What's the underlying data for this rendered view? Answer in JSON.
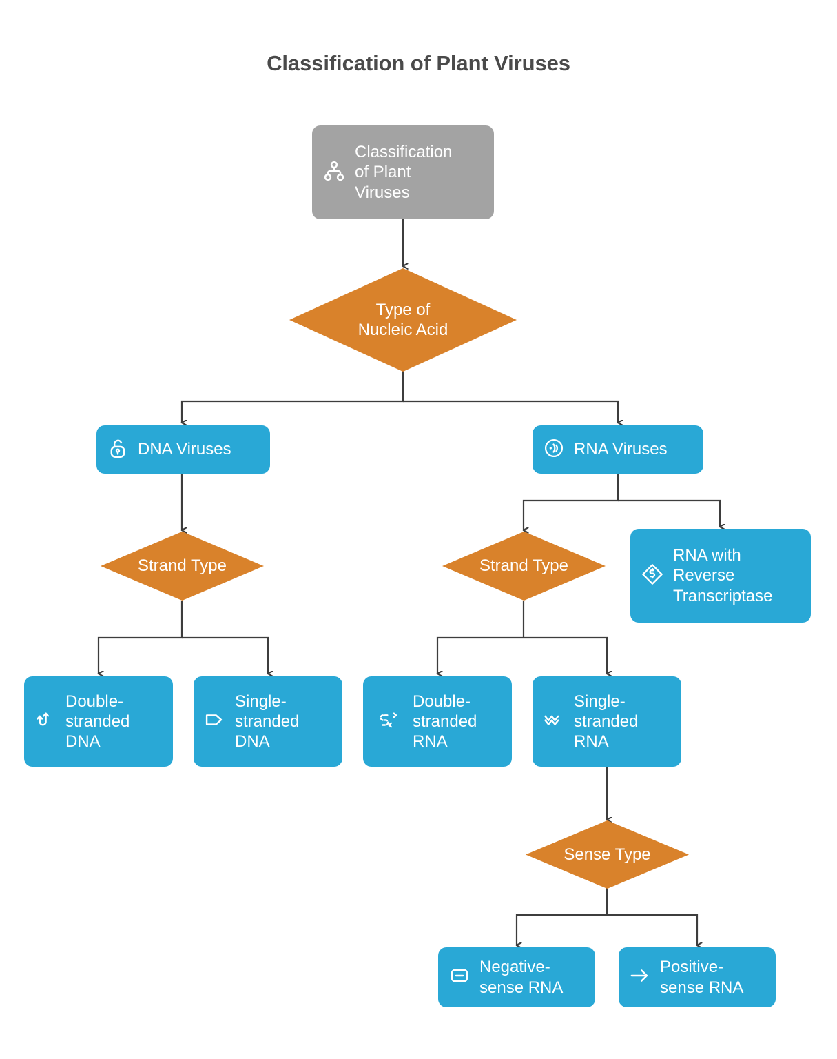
{
  "title": "Classification of Plant Viruses",
  "theme": {
    "background": "#ffffff",
    "title_color": "#4a4a4a",
    "root_fill": "#a3a3a3",
    "process_fill": "#29a8d6",
    "decision_fill": "#d9822b",
    "edge_color": "#3d3d3d",
    "node_text": "#ffffff"
  },
  "chart_data": {
    "type": "diagram",
    "diagram_type": "flowchart",
    "orientation": "top-down",
    "title": "Classification of Plant Viruses",
    "nodes": [
      {
        "id": "root",
        "label": "Classification\nof Plant\nViruses",
        "shape": "rounded-rect",
        "fill": "#a3a3a3",
        "icon": "hierarchy-icon"
      },
      {
        "id": "nucleic",
        "label": "Type of\nNucleic Acid",
        "shape": "diamond",
        "fill": "#d9822b",
        "icon": null
      },
      {
        "id": "dna",
        "label": "DNA Viruses",
        "shape": "rounded-rect",
        "fill": "#29a8d6",
        "icon": "unlock-icon"
      },
      {
        "id": "rna",
        "label": "RNA Viruses",
        "shape": "rounded-rect",
        "fill": "#29a8d6",
        "icon": "broadcast-icon"
      },
      {
        "id": "strand1",
        "label": "Strand Type",
        "shape": "diamond",
        "fill": "#d9822b",
        "icon": null
      },
      {
        "id": "strand2",
        "label": "Strand Type",
        "shape": "diamond",
        "fill": "#d9822b",
        "icon": null
      },
      {
        "id": "rt",
        "label": "RNA with\nReverse\nTranscriptase",
        "shape": "rounded-rect",
        "fill": "#29a8d6",
        "icon": "winding-road-diamond-icon"
      },
      {
        "id": "dsdna",
        "label": "Double-\nstranded\nDNA",
        "shape": "rounded-rect",
        "fill": "#29a8d6",
        "icon": "swap-arrows-icon"
      },
      {
        "id": "ssdna",
        "label": "Single-\nstranded\nDNA",
        "shape": "rounded-rect",
        "fill": "#29a8d6",
        "icon": "tag-icon"
      },
      {
        "id": "dsrna",
        "label": "Double-\nstranded\nRNA",
        "shape": "rounded-rect",
        "fill": "#29a8d6",
        "icon": "shuffle-icon"
      },
      {
        "id": "ssrna",
        "label": "Single-\nstranded\nRNA",
        "shape": "rounded-rect",
        "fill": "#29a8d6",
        "icon": "waves-icon"
      },
      {
        "id": "sense",
        "label": "Sense Type",
        "shape": "diamond",
        "fill": "#d9822b",
        "icon": null
      },
      {
        "id": "negative",
        "label": "Negative-\nsense RNA",
        "shape": "rounded-rect",
        "fill": "#29a8d6",
        "icon": "minus-square-icon"
      },
      {
        "id": "positive",
        "label": "Positive-\nsense RNA",
        "shape": "rounded-rect",
        "fill": "#29a8d6",
        "icon": "arrow-right-icon"
      }
    ],
    "edges": [
      {
        "from": "root",
        "to": "nucleic"
      },
      {
        "from": "nucleic",
        "to": "dna"
      },
      {
        "from": "nucleic",
        "to": "rna"
      },
      {
        "from": "dna",
        "to": "strand1"
      },
      {
        "from": "rna",
        "to": "strand2"
      },
      {
        "from": "rna",
        "to": "rt"
      },
      {
        "from": "strand1",
        "to": "dsdna"
      },
      {
        "from": "strand1",
        "to": "ssdna"
      },
      {
        "from": "strand2",
        "to": "dsrna"
      },
      {
        "from": "strand2",
        "to": "ssrna"
      },
      {
        "from": "ssrna",
        "to": "sense"
      },
      {
        "from": "sense",
        "to": "negative"
      },
      {
        "from": "sense",
        "to": "positive"
      }
    ]
  },
  "labels": {
    "root": "Classification\nof Plant\nViruses",
    "nucleic": "Type of\nNucleic Acid",
    "dna": "DNA Viruses",
    "rna": "RNA Viruses",
    "strand1": "Strand Type",
    "strand2": "Strand Type",
    "rt": "RNA with\nReverse\nTranscriptase",
    "dsdna": "Double-\nstranded\nDNA",
    "ssdna": "Single-\nstranded\nDNA",
    "dsrna": "Double-\nstranded\nRNA",
    "ssrna": "Single-\nstranded\nRNA",
    "sense": "Sense Type",
    "negative": "Negative-\nsense RNA",
    "positive": "Positive-\nsense RNA"
  }
}
